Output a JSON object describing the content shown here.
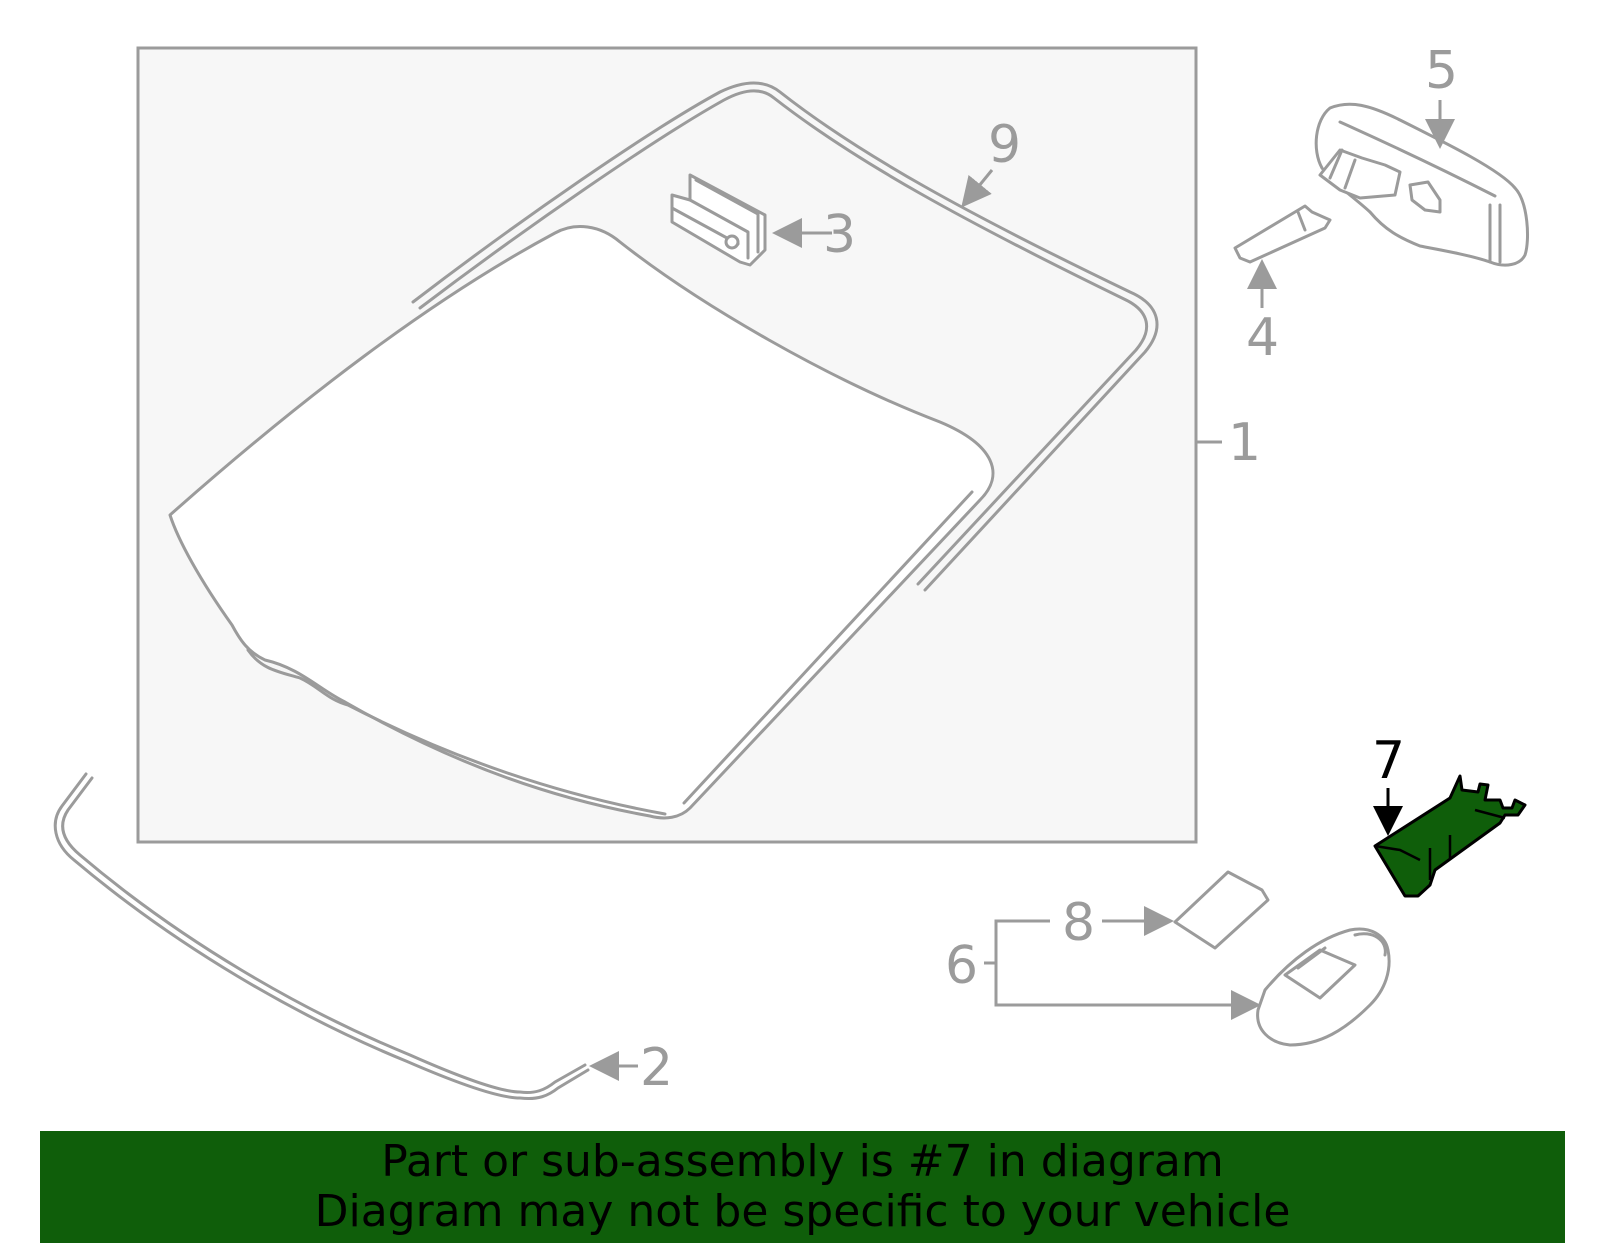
{
  "callouts": {
    "c1": "1",
    "c2": "2",
    "c3": "3",
    "c4": "4",
    "c5": "5",
    "c6": "6",
    "c7": "7",
    "c8": "8",
    "c9": "9"
  },
  "highlight": {
    "part": "7",
    "color": "#0f5e0a"
  },
  "banner": {
    "line1": "Part or sub-assembly is #7 in diagram",
    "line2": "Diagram may not be specific to your vehicle",
    "background": "#0f5e0a"
  },
  "colors": {
    "line": "#9b9b9b",
    "panel": "#f7f7f7"
  }
}
